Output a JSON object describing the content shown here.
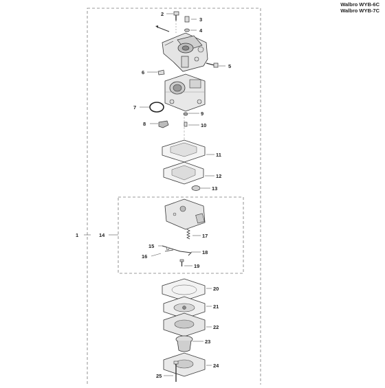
{
  "header": {
    "model_line_1": "Walbro WYB-6C",
    "model_line_2": "Walbro WYB-7C"
  },
  "callouts": [
    "1",
    "2",
    "3",
    "4",
    "5",
    "6",
    "7",
    "8",
    "9",
    "10",
    "11",
    "12",
    "13",
    "14",
    "15",
    "16",
    "17",
    "18",
    "19",
    "20",
    "21",
    "22",
    "23",
    "24",
    "25"
  ]
}
